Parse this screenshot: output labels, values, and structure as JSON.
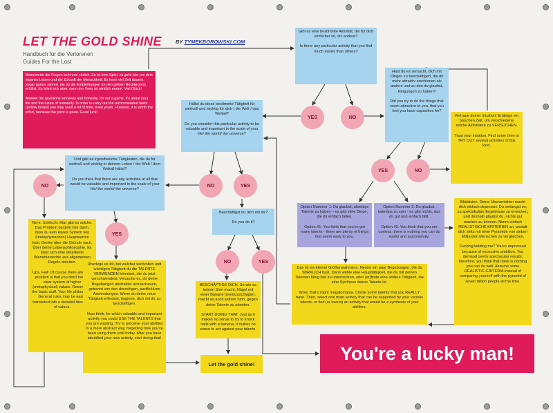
{
  "header": {
    "title": "LET THE GOLD SHINE",
    "by": "BY",
    "author": "TYMEKBOROWSKI.COM",
    "subtitle_de": "Handbuch für die Verlorenen",
    "subtitle_en": "Guides For the Lost"
  },
  "colors": {
    "pink": "#e01b5c",
    "blue": "#a6d3ee",
    "yellow": "#f2d81b",
    "purple": "#a7a5de",
    "circle": "#f2a6b4"
  },
  "boxes": {
    "intro": "Beantworte die Fragen echt und ehrlich. Es ist kein Spiel, es geht hier um dein eigenes Leben und die Zukunft der Menschheit. Es kann viel Zeit dauern, sogar ganze Jahren, bis du die Empfehlungen (in den gelben Rechtecken) erfüllst. Es lohnt sich aber, denn der Preis ist wirklich enorm. Viel Glück!\n\nAnswer the questions sincerely and honestly. It's not a game, it's about your life and the future of humanity. In order to carry out the recommended tasks (yellow boxes) you may need a lot of time, even years. However, it is worth the effort, because the prize is great. Good luck!",
    "q_activity": "Gibt es eine bestimmte Aktivität, die für dich einfacher ist, als andere?\n\nIs there any particular activity that you find much easier than others?",
    "q_tried": "Hast du es versucht, dich mit Dingen zu beschäftigen, die dir mehr attraktiv erschienen als andere und zu den du glaubst, Neigungen zu haben?\n\nDid you try to do the things that seem attractive to you, that you feel you have capacities for?",
    "q_valuable": "Hältst du diese bestimmte Tätigkeit für wertvoll und wichtig für dich / die Welt / das Weltall?\n\nDo you consider this particular activity to be valuable and important in the scale of your life/ the world/ the universe?",
    "q_any": "Und gibt es irgendwelche Tätigkeiten, die du für wertvoll und wichtig in deinem Leben / der Welt / dem Weltall hältst?\n\nDo you think that there are any activities at all that would be valuable and important in the scale of your life/ the world/ the universe?",
    "q_doing": "Beschäftigst du dich mit ihr?\n\nDo you do it?",
    "trust": "Vertraue deiner Intuition! Erübrige ein bisschen Zeit, um verschiedene solche Aktivitäten zu VERSUCHEN.\n\nTrust your intuition. Find some time to TRY OUT several activities of this kind.",
    "option1": "Option Nummer 1: Du glaubst, allseitige Talente zu haben – es gibt viele Dinge, die dir einfach fallen.\n\nOption #1: You think that you've got many talents - there are plenty of things that seem easy to you.",
    "option2": "Option Nummer 2: Du glaubst, talentlos zu sein - es gibt nichts, das dir gut und einfach fällt.\n\nOption #2: You think that you are useless: there is nothing you can do easily and successfully.",
    "ambition": "Blöödsinn, Deine Überambition macht dich einfach depressiv. Du verlangst es, zu spektakuläre Ergebnisse zu erreichen, und deshalb glaubst du, nichts gut machen zu können. Nimm einfach REALISTISCHE KRITERIEN an, anstatt dich stets mit einer Pyramide von sieben Milliarden Menschen zu vergleichen.\n\nFucking kidding me? You're depressed because of excessive ambition. You demand overly spectacular results; therefore, you think that there is nothing you can do well. Assume some REALISTIC CRITERIA instead of comparing yourself with the pyramid of seven billion people all the time.",
    "megalomania": "Das ist ein kleiner Größenwahnsinn. Nenne ein paar Begabungen, die du WIRKLICH hast. Dann wähle eine Haupttätigkeit, die du mit deinen Talenten fähig bist zu unterstützen, oder (er)finde eine andere Tätigkeit, die eine Synthese deiner Talente ist.\n\nWow, that's slight megalomania. Chose some talents that you REALLY have. Then, select one main activity that can be supported by your various talents, or find (or invent) an activity that would be a synthesis of your abilities.",
    "problem": "Ne-e. Schlecht. Klar gibt es solche. Das Problem besteht hier darin, dass du kein klares System von (metaphysischen) Hauptwerten hast. Denke über die Gründe nach. Über deine Lebensphilosophie. Es lässt sich eine detaillierte Wertehierarchie aus allgemeinen Regeln ableiten.\n\nUps. Fail! Of course there are. The problem is that you don't have a clear system of higher (metaphysical) values. Reconsider the basic stuff. Your life philosophy. General rules may be easily translated into a detailed hierarchy of values.",
    "consider": "Überlege es dir, bei welcher wertvollen und wichtigen Tätigkeit du die TALENTE VERWENDEN könntest, die du jetzt verschwendest. Versuche es, dir deine Begabungen abstrakter anzuschauen, getrennt von den derzeitigen, partikulären Anwendungen. Wenn du deine neue Tätigkeit erfindest, beginne, dich mit ihr zu beschäftigen.\n\nNow think, for which valuable and important activity you could USE THE TALENTS that you are wasting. Try to perceive your abilities in a more abstract way, forgetting how you've been using them until today. After you have identified your new activity, start doing that!",
    "busy": "BESCHÄFTIGE DICH. So wie es keinen Sinn macht, Nägel mit einer Banane hineinzuschlagen, macht es auch keinen Sinn, gegen deine Talente zu arbeiten.\n\nSTART DOING THAT. Just as it makes no sense to try to knock nails with a banana, it makes no sense to act against your talents.",
    "gold": "Let the gold shine!",
    "lucky": "You're a lucky man!"
  },
  "circles": {
    "yes": "YES",
    "no": "NO"
  }
}
